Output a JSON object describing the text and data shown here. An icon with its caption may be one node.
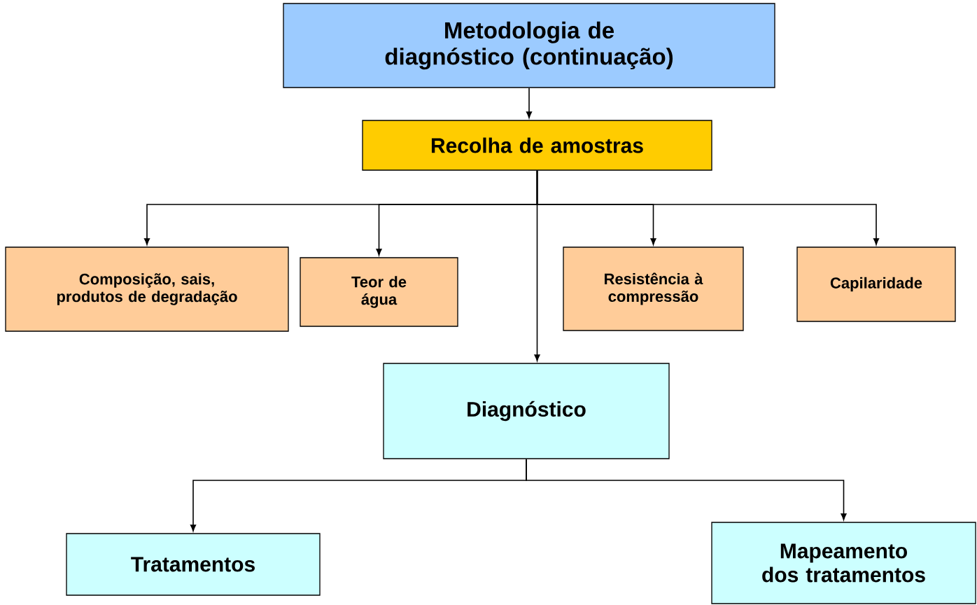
{
  "diagram": {
    "nodes": [
      {
        "text": [
          "Metodologia de diagnóstico (continuação)"
        ]
      },
      {
        "text": [
          "Recolha de amostras"
        ]
      },
      {
        "text": [
          "Composição, sais, produtos de degradação"
        ]
      },
      {
        "text": [
          "Teor de água"
        ]
      },
      {
        "text": [
          "Resistência à compressão"
        ]
      },
      {
        "text": [
          "Capilaridade"
        ]
      },
      {
        "text": [
          "Diagnóstico"
        ]
      },
      {
        "text": [
          "Tratamentos"
        ]
      },
      {
        "text": [
          "Mapeamento dos tratamentos"
        ]
      }
    ],
    "edges": [
      {
        "from": 0,
        "to": 1,
        "arrow": "to"
      },
      {
        "from": 1,
        "to": 2,
        "arrow": "to"
      },
      {
        "from": 1,
        "to": 3,
        "arrow": "to"
      },
      {
        "from": 1,
        "to": 6,
        "arrow": "to"
      },
      {
        "from": 1,
        "to": 4,
        "arrow": "to"
      },
      {
        "from": 1,
        "to": 5,
        "arrow": "to"
      },
      {
        "from": 6,
        "to": 7,
        "arrow": "to"
      },
      {
        "from": 6,
        "to": 8,
        "arrow": "to"
      }
    ]
  }
}
